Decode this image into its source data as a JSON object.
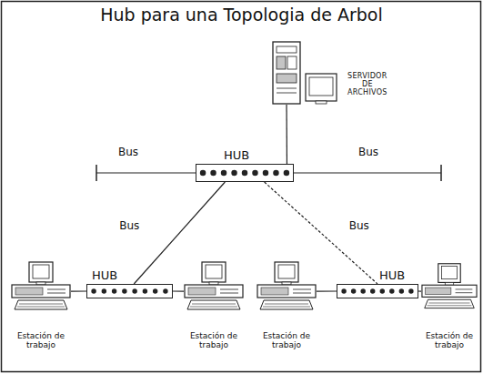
{
  "diagram": {
    "title": "Hub para una Topologia de Arbol",
    "nodes": [
      {
        "text": [
          "SERVIDOR DE ARCHIVOS"
        ]
      },
      {
        "text": [
          "HUB"
        ]
      },
      {
        "text": [
          "Estación de trabajo"
        ]
      },
      {
        "text": [
          "HUB"
        ]
      },
      {
        "text": [
          "Estación de trabajo"
        ]
      },
      {
        "text": [
          "Estación de trabajo"
        ]
      },
      {
        "text": [
          "HUB"
        ]
      },
      {
        "text": [
          "Estación de trabajo"
        ]
      }
    ],
    "edges": [
      {
        "from": 1,
        "to": 0,
        "arrow": "none"
      },
      {
        "from": 1,
        "to": 3,
        "label": "Bus",
        "arrow": "none"
      },
      {
        "from": 1,
        "to": 6,
        "label": "Bus",
        "arrow": "none"
      },
      {
        "from": 3,
        "to": 2,
        "arrow": "none"
      },
      {
        "from": 3,
        "to": 4,
        "arrow": "none"
      },
      {
        "from": 6,
        "to": 5,
        "arrow": "none"
      },
      {
        "from": 6,
        "to": 7,
        "arrow": "none"
      }
    ],
    "labels": [
      "Bus",
      "Bus"
    ]
  }
}
